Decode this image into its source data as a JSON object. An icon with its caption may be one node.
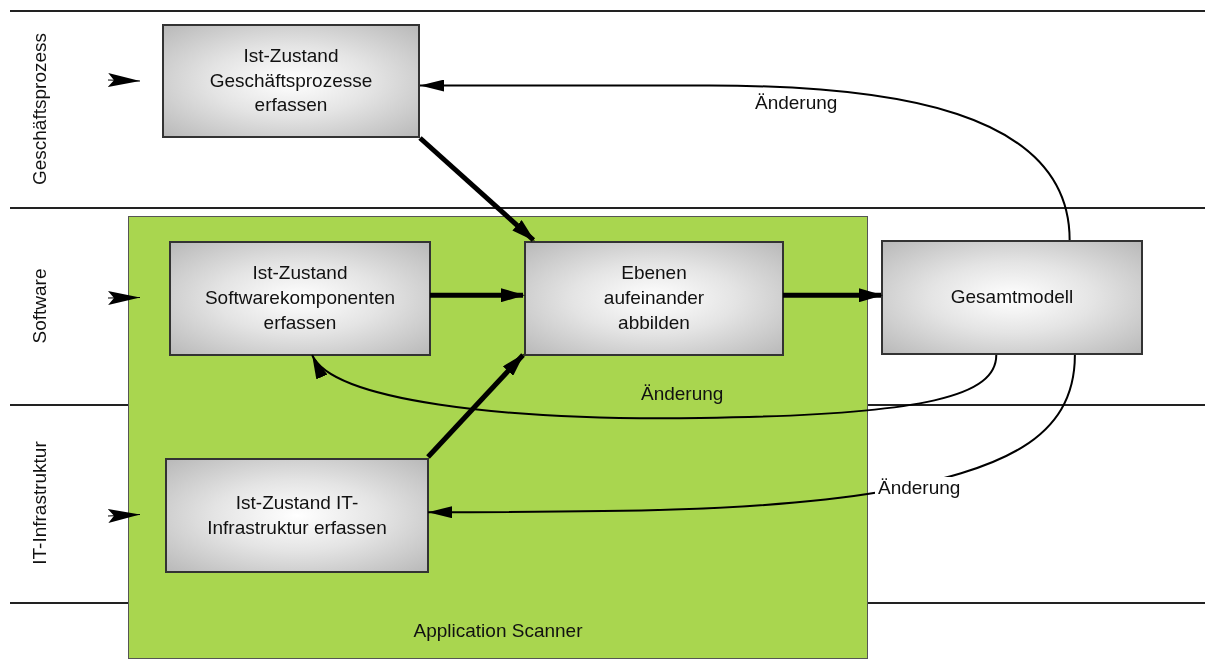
{
  "diagram": {
    "nodes": [
      {
        "text": [
          "Application Scanner"
        ]
      },
      {
        "text": [
          "Ist-Zustand Geschäftsprozesse erfassen"
        ]
      },
      {
        "text": [
          "Ist-Zustand Softwarekomponenten erfassen"
        ],
        "in": 0
      },
      {
        "text": [
          "Ebenen aufeinander abbilden"
        ],
        "in": 0
      },
      {
        "text": [
          "Gesamtmodell"
        ]
      },
      {
        "text": [
          "Ist-Zustand IT-Infrastruktur erfassen"
        ],
        "in": 0
      }
    ],
    "edges": [
      {
        "from": null,
        "to": 1,
        "arrow": "to"
      },
      {
        "from": null,
        "to": 2,
        "arrow": "to"
      },
      {
        "from": null,
        "to": 5,
        "arrow": "to"
      },
      {
        "from": 1,
        "to": 3,
        "arrow": "to",
        "style": "thick"
      },
      {
        "from": 2,
        "to": 3,
        "arrow": "to",
        "style": "thick"
      },
      {
        "from": 5,
        "to": 3,
        "arrow": "to",
        "style": "thick"
      },
      {
        "from": 3,
        "to": 4,
        "arrow": "to",
        "style": "thick"
      },
      {
        "from": 4,
        "to": 1,
        "arrow": "to",
        "label": "Änderung"
      },
      {
        "from": 4,
        "to": 2,
        "arrow": "to",
        "label": "Änderung"
      },
      {
        "from": 4,
        "to": 5,
        "arrow": "to",
        "label": "Änderung"
      }
    ],
    "labels": [
      "Geschäftsprozess",
      "Software",
      "IT-Infrastruktur"
    ]
  }
}
